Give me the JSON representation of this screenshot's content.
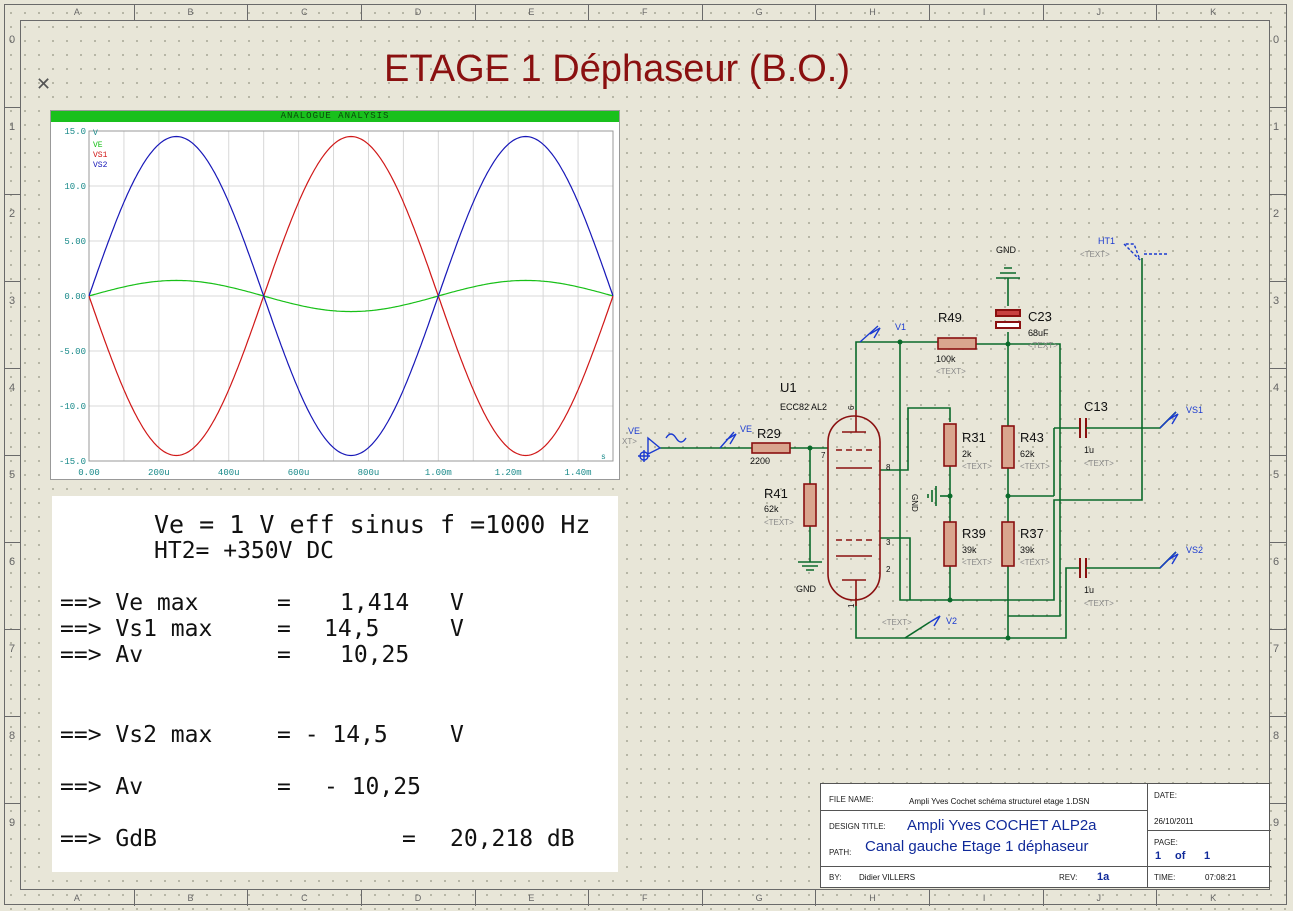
{
  "title": "ETAGE 1 Déphaseur (B.O.)",
  "ruler": {
    "columns": [
      "A",
      "B",
      "C",
      "D",
      "E",
      "F",
      "G",
      "H",
      "I",
      "J",
      "K"
    ],
    "rows": [
      "0",
      "1",
      "2",
      "3",
      "4",
      "5",
      "6",
      "7",
      "8",
      "9"
    ]
  },
  "graph": {
    "header": "ANALOGUE ANALYSIS",
    "y_unit": "V",
    "x_unit": "s",
    "legend": [
      "VE",
      "VS1",
      "VS2"
    ],
    "y_ticks": [
      "15.0",
      "10.0",
      "5.00",
      "0.00",
      "-5.00",
      "-10.0",
      "-15.0"
    ],
    "x_ticks": [
      "0.00",
      "200u",
      "400u",
      "600u",
      "800u",
      "1.00m",
      "1.20m",
      "1.40m"
    ]
  },
  "chart_data": {
    "type": "line",
    "x_range": [
      0,
      0.0015
    ],
    "ylim": [
      -15,
      15
    ],
    "grid": true,
    "legend_placement": "top-left",
    "series": [
      {
        "name": "VE",
        "amplitude": 1.414,
        "frequency_hz": 1000,
        "phase_deg": 0,
        "color": "#18c018"
      },
      {
        "name": "VS1",
        "amplitude": 14.5,
        "frequency_hz": 1000,
        "phase_deg": 180,
        "color": "#d01818"
      },
      {
        "name": "VS2",
        "amplitude": 14.5,
        "frequency_hz": 1000,
        "phase_deg": 0,
        "color": "#1818b8"
      }
    ]
  },
  "notes": {
    "line1": "Ve = 1 V eff sinus f =1000 Hz",
    "line2": "HT2= +350V DC",
    "ve_label": "==> Ve max",
    "ve_eq": "=",
    "ve_val": "1,414",
    "ve_unit": "V",
    "vs1_label": "==> Vs1 max",
    "vs1_eq": "=",
    "vs1_val": "14,5",
    "vs1_unit": "V",
    "av1_label": "==> Av",
    "av1_eq": "=",
    "av1_val": "10,25",
    "vs2_label": "==> Vs2 max",
    "vs2_eq": "= - 14,5",
    "vs2_unit": "V",
    "av2_label": "==> Av",
    "av2_eq": "=",
    "av2_val": "- 10,25",
    "gdb_label": "==> GdB",
    "gdb_eq": "=",
    "gdb_val": "20,218 dB"
  },
  "schematic": {
    "u1": "U1",
    "u1_type": "ECC82 AL2",
    "r29": "R29",
    "r29_val": "2200",
    "r41": "R41",
    "r41_val": "62k",
    "r49": "R49",
    "r49_val": "100k",
    "r31": "R31",
    "r31_val": "2k",
    "r39": "R39",
    "r39_val": "39k",
    "r43": "R43",
    "r43_val": "62k",
    "r37": "R37",
    "r37_val": "39k",
    "c23": "C23",
    "c23_val": "68uF",
    "c13": "C13",
    "c13_val": "1u",
    "c_vs2_val": "1u",
    "text_ph": "<TEXT>",
    "gnd": "GND",
    "ht1": "HT1",
    "ve": "VE",
    "xt": "XT>",
    "v1": "V1",
    "v2": "V2",
    "vs1": "VS1",
    "vs2": "VS2",
    "pins": [
      "6",
      "7",
      "8",
      "3",
      "2",
      "1"
    ]
  },
  "title_block": {
    "file_name_label": "FILE NAME:",
    "file_name": "Ampli Yves Cochet schéma structurel etage 1.DSN",
    "date_label": "DATE:",
    "date": "26/10/2011",
    "design_title_label": "DESIGN TITLE:",
    "design_title": "Ampli Yves COCHET ALP2a",
    "path_label": "PATH:",
    "path": "Canal gauche  Etage 1 déphaseur",
    "page_label": "PAGE:",
    "page_num": "1",
    "page_of": "of",
    "page_total": "1",
    "by_label": "BY:",
    "by": "Didier VILLERS",
    "rev_label": "REV:",
    "rev": "1a",
    "time_label": "TIME:",
    "time": "07:08:21"
  },
  "colors": {
    "title": "#8a1010",
    "wire": "#0a6a2a",
    "component": "#8a1010",
    "probe": "#1a3ad0",
    "graph_header": "#19c01c"
  }
}
